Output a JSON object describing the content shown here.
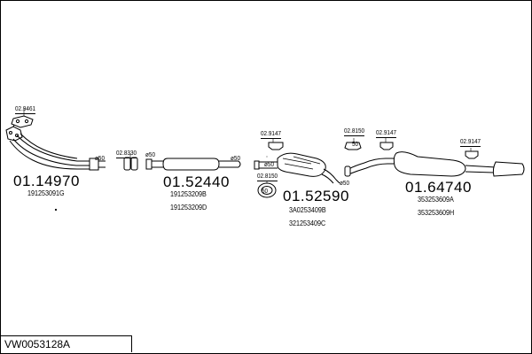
{
  "diagram_code": "VW0053128A",
  "parts": [
    {
      "number": "01.14970",
      "refs": [
        "191253091G"
      ]
    },
    {
      "number": "01.52440",
      "refs": [
        "191253209B",
        "191253209D"
      ]
    },
    {
      "number": "01.52590",
      "refs": [
        "3A0253409B",
        "321253409C"
      ]
    },
    {
      "number": "01.64740",
      "refs": [
        "353253609A",
        "353253609H"
      ]
    }
  ],
  "accessories": [
    {
      "code": "02.9461"
    },
    {
      "code": "02.8330"
    },
    {
      "code": "02.9147"
    },
    {
      "code": "02.8150"
    },
    {
      "code": "02.8150"
    },
    {
      "code": "02.9147"
    },
    {
      "code": "02.9147"
    }
  ],
  "pipe_diameters": [
    {
      "text": "ø50"
    },
    {
      "text": "ø50"
    },
    {
      "text": "ø50"
    },
    {
      "text": "ø50"
    },
    {
      "text": "ø50"
    }
  ],
  "clamp_badge": {
    "text": "50"
  },
  "clamp_badge2": {
    "text": "50"
  }
}
